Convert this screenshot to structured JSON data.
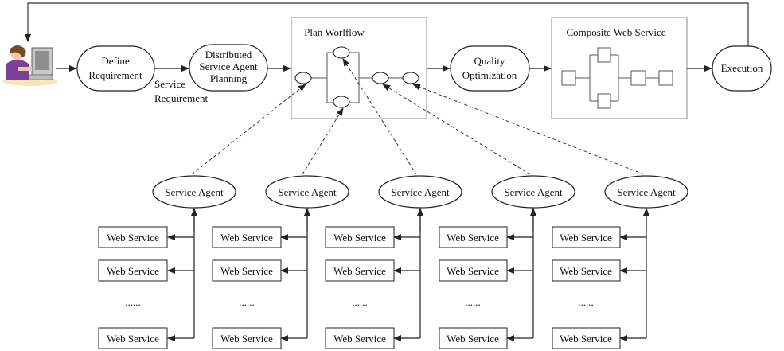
{
  "workflow": {
    "define_requirement": [
      "Define",
      "Requirement"
    ],
    "distributed_planning": [
      "Distributed",
      "Service Agent",
      "Planning"
    ],
    "service_requirement": [
      "Service",
      "Requirement"
    ],
    "plan_workflow_title": "Plan Worlflow",
    "quality_optimization": [
      "Quality",
      "Optimization"
    ],
    "composite_title": "Composite Web Service",
    "execution": "Execution"
  },
  "agents": [
    {
      "label": "Service Agent",
      "services": [
        "Web Service",
        "Web Service",
        "......",
        "Web Service"
      ]
    },
    {
      "label": "Service Agent",
      "services": [
        "Web Service",
        "Web Service",
        "......",
        "Web Service"
      ]
    },
    {
      "label": "Service Agent",
      "services": [
        "Web Service",
        "Web Service",
        "......",
        "Web Service"
      ]
    },
    {
      "label": "Service Agent",
      "services": [
        "Web Service",
        "Web Service",
        "......",
        "Web Service"
      ]
    },
    {
      "label": "Service Agent",
      "services": [
        "Web Service",
        "Web Service",
        "......",
        "Web Service"
      ]
    }
  ]
}
